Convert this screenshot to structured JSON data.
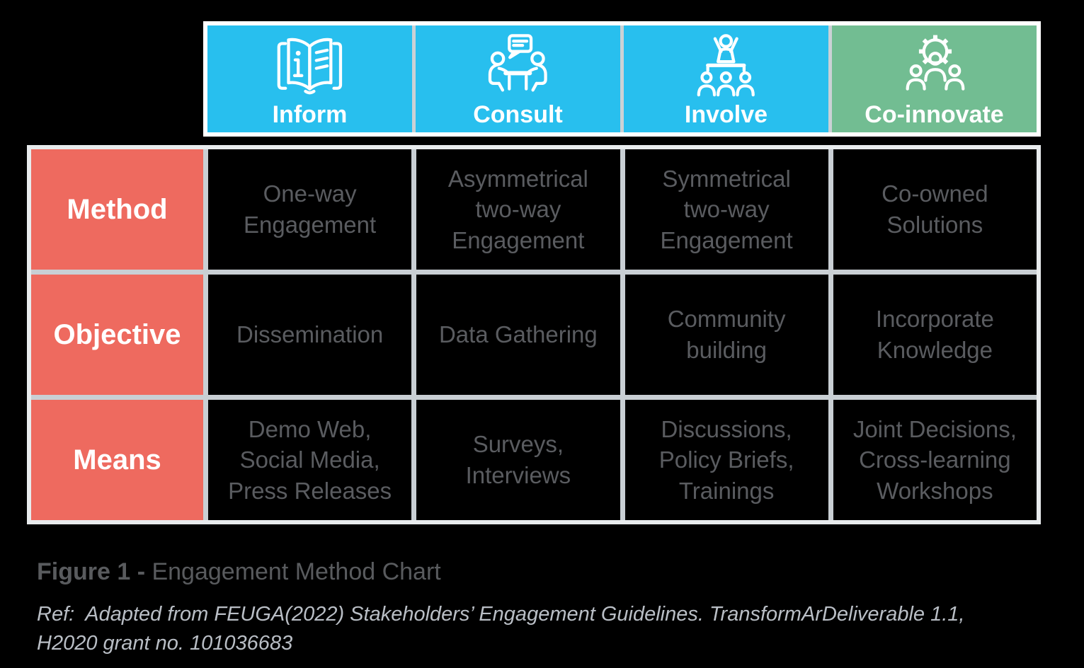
{
  "header": {
    "columns": [
      {
        "label": "Inform",
        "icon": "info-book-icon",
        "color": "#28BFEE"
      },
      {
        "label": "Consult",
        "icon": "consult-discussion-icon",
        "color": "#28BFEE"
      },
      {
        "label": "Involve",
        "icon": "involve-podium-crowd-icon",
        "color": "#28BFEE"
      },
      {
        "label": "Co-innovate",
        "icon": "co-innovate-gear-people-icon",
        "color": "#72BD92"
      }
    ]
  },
  "table": {
    "type": "table",
    "row_headers": [
      "Method",
      "Objective",
      "Means"
    ],
    "rows": [
      [
        "One-way\nEngagement",
        "Asymmetrical\ntwo-way\nEngagement",
        "Symmetrical\ntwo-way\nEngagement",
        "Co-owned\nSolutions"
      ],
      [
        "Dissemination",
        "Data Gathering",
        "Community\nbuilding",
        "Incorporate\nKnowledge"
      ],
      [
        "Demo Web,\nSocial Media,\nPress Releases",
        "Surveys,\nInterviews",
        "Discussions,\nPolicy Briefs,\nTrainings",
        "Joint Decisions,\nCross-learning\nWorkshops"
      ]
    ]
  },
  "caption": {
    "figure_label": "Figure 1 - ",
    "title": "Engagement Method Chart"
  },
  "reference": {
    "text": "Ref:  Adapted from FEUGA(2022) Stakeholders’ Engagement Guidelines. TransformArDeliverable 1.1,\nH2020 grant no. 101036683"
  },
  "colors": {
    "header_blue": "#28BFEE",
    "header_green": "#72BD92",
    "row_header_red": "#EE6A5F",
    "cell_background": "#000000",
    "cell_text": "#5A5C60",
    "grid_line": "#C9CFD4",
    "band_border": "#FFFFFF",
    "caption_text": "#595B5E",
    "reference_text": "#B9BEC5",
    "header_label_text": "#FFFFFF"
  }
}
